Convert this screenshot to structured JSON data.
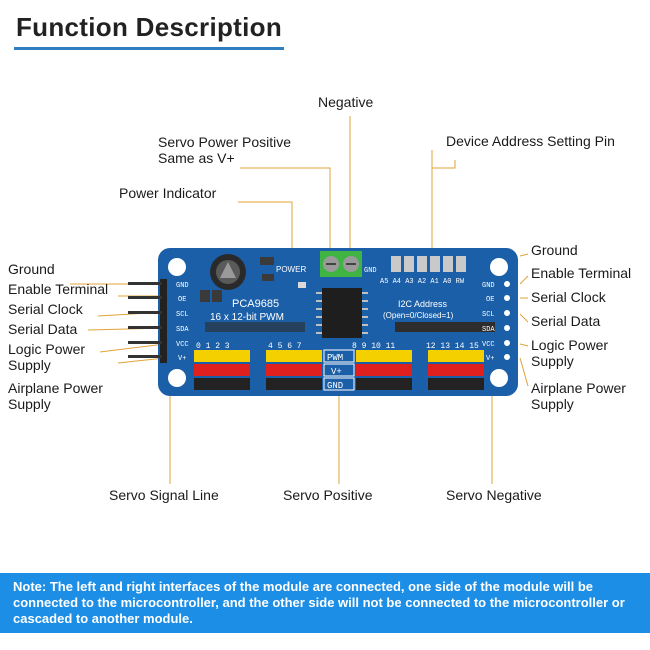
{
  "title": "Function Description",
  "accent_color": "#2f7fc0",
  "board": {
    "color": "#1b5fa8",
    "chip_name": "PCA9685",
    "subtitle": "16 x 12-bit PWM",
    "power_label": "POWER",
    "v_plus_label": "V+",
    "gnd_label": "GND",
    "i2c_line1": "I2C Address",
    "i2c_line2": "(Open=0/Closed=1)",
    "address_pins": "A5 A4 A3 A2 A1 A0 RW",
    "left_pins": [
      "GND",
      "OE",
      "SCL",
      "SDA",
      "VCC",
      "V+"
    ],
    "right_pins": [
      "GND",
      "OE",
      "SCL",
      "SDA",
      "VCC",
      "V+"
    ],
    "row_labels": [
      "PWM",
      "V+",
      "GND"
    ],
    "channel_groups": [
      "0 1 2 3",
      "4 5 6 7",
      "8 9 10 11",
      "12 13 14 15"
    ]
  },
  "labels": {
    "negative": "Negative",
    "servo_power_positive_1": "Servo Power Positive",
    "servo_power_positive_2": "Same as V+",
    "device_address": "Device Address Setting Pin",
    "power_indicator": "Power Indicator",
    "left": {
      "ground": "Ground",
      "enable": "Enable Terminal",
      "clock": "Serial Clock",
      "data": "Serial Data",
      "logic_1": "Logic Power",
      "logic_2": "Supply",
      "airplane_1": "Airplane Power",
      "airplane_2": "Supply"
    },
    "right": {
      "ground": "Ground",
      "enable": "Enable Terminal",
      "clock": "Serial Clock",
      "data": "Serial Data",
      "logic_1": "Logic Power",
      "logic_2": "Supply",
      "airplane_1": "Airplane Power",
      "airplane_2": "Supply"
    },
    "servo_signal": "Servo Signal Line",
    "servo_positive": "Servo Positive",
    "servo_negative": "Servo Negative"
  },
  "note": "Note: The left and right interfaces of the module are connected, one side of the module will be connected to the microcontroller, and the other side will not be connected to the microcontroller or cascaded to another module."
}
